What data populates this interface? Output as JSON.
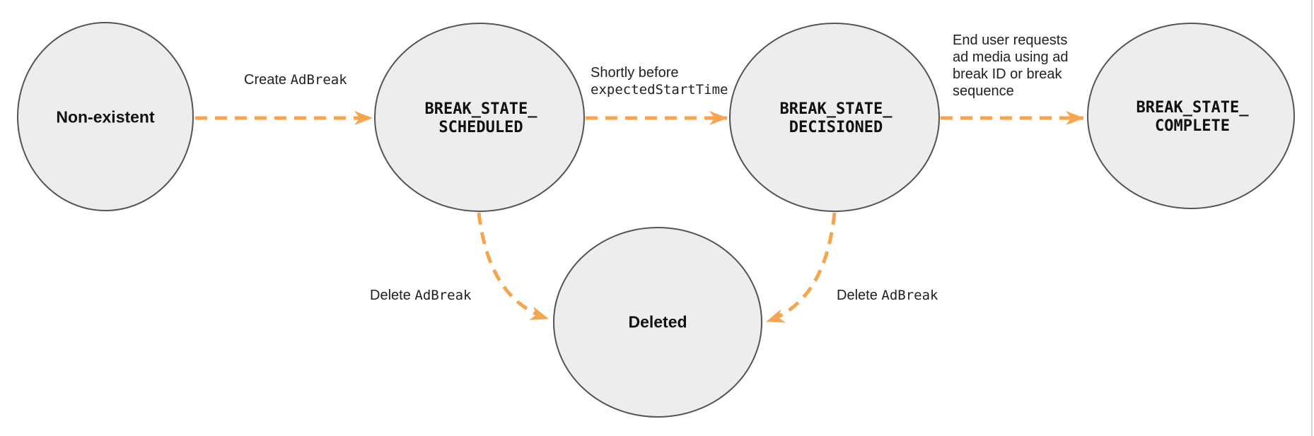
{
  "colors": {
    "background": "#ffffff",
    "node_fill": "#ededed",
    "node_border": "#545454",
    "arrow": "#f7a44e",
    "state_text": "#111111",
    "label_text": "#202124",
    "page_edge": "#d6d6d6"
  },
  "states": {
    "non_existent": {
      "label": "Non-existent"
    },
    "scheduled": {
      "line1": "BREAK_STATE_",
      "line2": "SCHEDULED"
    },
    "decisioned": {
      "line1": "BREAK_STATE_",
      "line2": "DECISIONED"
    },
    "complete": {
      "line1": "BREAK_STATE_",
      "line2": "COMPLETE"
    },
    "deleted": {
      "label": "Deleted"
    }
  },
  "transitions": {
    "create_adbreak": {
      "sans": "Create ",
      "mono": "AdBreak"
    },
    "shortly_before": {
      "line1_sans": "Shortly before",
      "line2_mono": "expectedStartTime"
    },
    "end_user_requests": {
      "line1": "End user requests",
      "line2": "ad media using ad",
      "line3": "break ID or break",
      "line4": "sequence"
    },
    "delete_adbreak_left": {
      "sans": "Delete ",
      "mono": "AdBreak"
    },
    "delete_adbreak_right": {
      "sans": "Delete ",
      "mono": "AdBreak"
    }
  }
}
